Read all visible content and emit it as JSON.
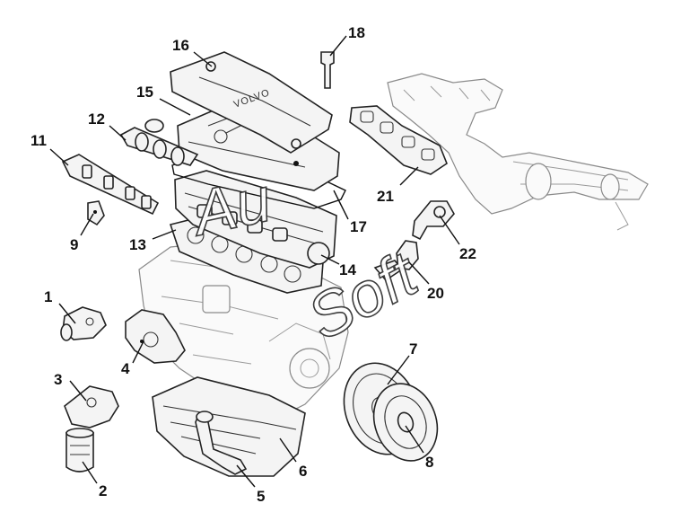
{
  "diagram": {
    "emboss_text": "VOLVO",
    "watermark": {
      "text_a": "Au",
      "text_b": "Soft"
    },
    "callouts": [
      {
        "id": "1",
        "label": "1",
        "part": "thermostat-housing"
      },
      {
        "id": "2",
        "label": "2",
        "part": "oil-filter"
      },
      {
        "id": "3",
        "label": "3",
        "part": "oil-filter-bracket"
      },
      {
        "id": "4",
        "label": "4",
        "part": "water-pump-housing"
      },
      {
        "id": "5",
        "label": "5",
        "part": "oil-pickup-tube"
      },
      {
        "id": "6",
        "label": "6",
        "part": "oil-pan"
      },
      {
        "id": "7",
        "label": "7",
        "part": "flywheel"
      },
      {
        "id": "8",
        "label": "8",
        "part": "clutch-disc"
      },
      {
        "id": "9",
        "label": "9",
        "part": "sensor"
      },
      {
        "id": "11",
        "label": "11",
        "part": "fuel-rail"
      },
      {
        "id": "12",
        "label": "12",
        "part": "camshaft"
      },
      {
        "id": "13",
        "label": "13",
        "part": "head-gasket"
      },
      {
        "id": "14",
        "label": "14",
        "part": "cylinder-head"
      },
      {
        "id": "15",
        "label": "15",
        "part": "valve-cover"
      },
      {
        "id": "16",
        "label": "16",
        "part": "valve-cover-top"
      },
      {
        "id": "17",
        "label": "17",
        "part": "valve-cover-gasket"
      },
      {
        "id": "18",
        "label": "18",
        "part": "bolt"
      },
      {
        "id": "20",
        "label": "20",
        "part": "lifting-eye"
      },
      {
        "id": "21",
        "label": "21",
        "part": "exhaust-manifold-gasket"
      },
      {
        "id": "22",
        "label": "22",
        "part": "bracket"
      }
    ]
  }
}
